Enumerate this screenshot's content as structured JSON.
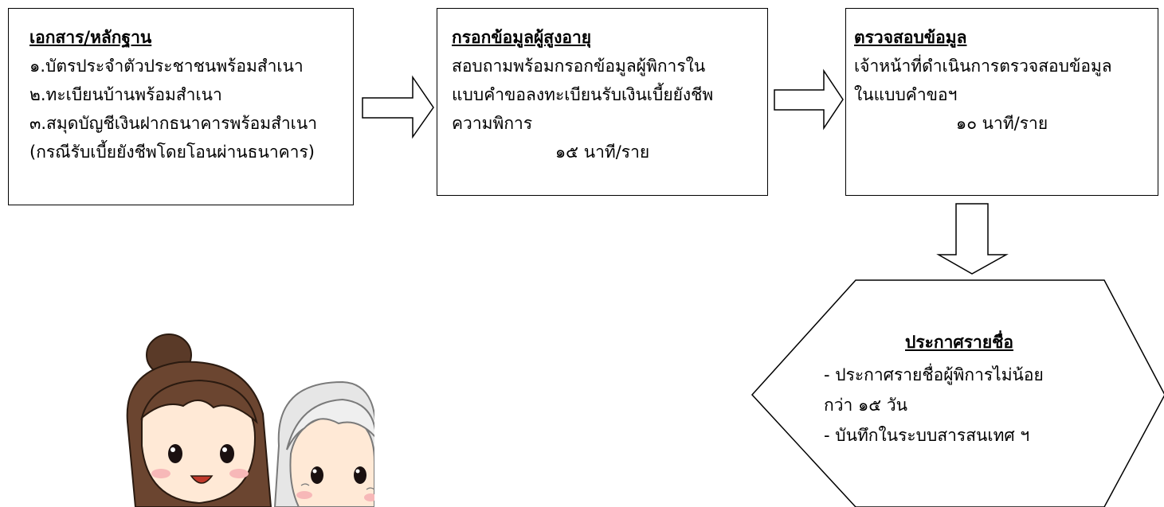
{
  "steps": [
    {
      "title": "เอกสาร/หลักฐาน",
      "lines": [
        "๑.บัตรประจำตัวประชาชนพร้อมสำเนา",
        "๒.ทะเบียนบ้านพร้อมสำเนา",
        "๓.สมุดบัญชีเงินฝากธนาคารพร้อมสำเนา",
        "(กรณีรับเบี้ยยังชีพโดยโอนผ่านธนาคาร)"
      ]
    },
    {
      "title": "กรอกข้อมูลผู้สูงอายุ",
      "lines": [
        "สอบถามพร้อมกรอกข้อมูลผู้พิการใน",
        "แบบคำขอลงทะเบียนรับเงินเบี้ยยังชีพ",
        "ความพิการ"
      ],
      "duration": "๑๕ นาที/ราย"
    },
    {
      "title": "ตรวจสอบข้อมูล",
      "lines": [
        "เจ้าหน้าที่ดำเนินการตรวจสอบข้อมูล",
        "ในแบบคำขอฯ"
      ],
      "duration": "๑๐ นาที/ราย"
    }
  ],
  "announce": {
    "title": "ประกาศรายชื่อ",
    "lines": [
      "- ประกาศรายชื่อผู้พิการไม่น้อย",
      "กว่า ๑๕ วัน",
      "- บันทึกในระบบสารสนเทศ ฯ"
    ]
  }
}
